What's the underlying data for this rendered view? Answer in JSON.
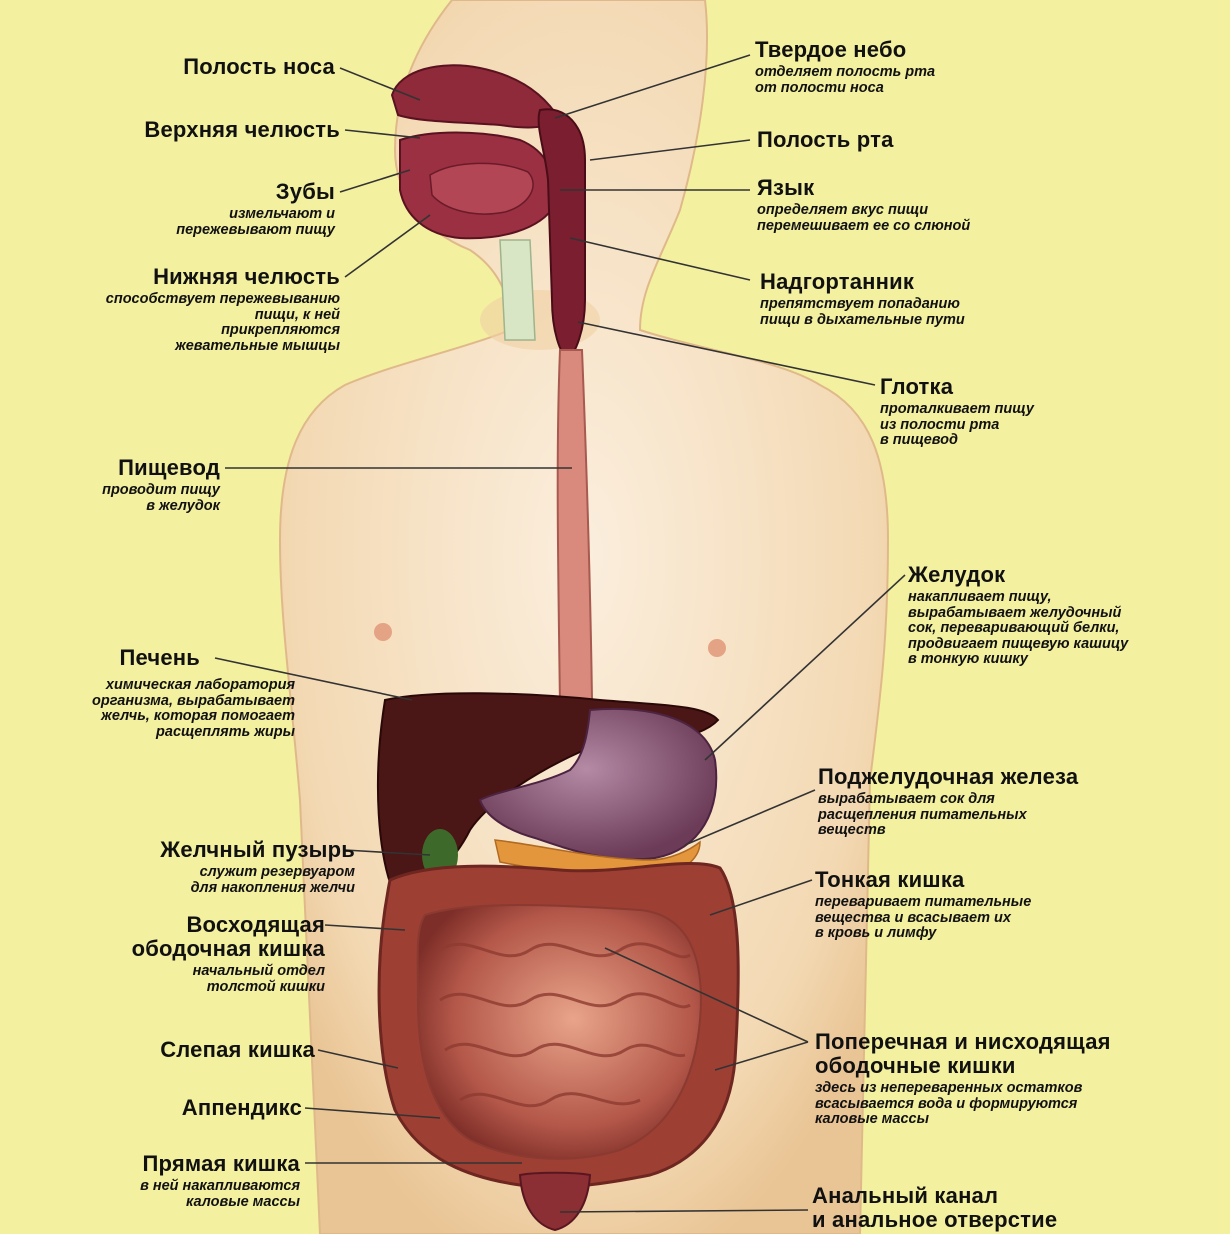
{
  "labels": [
    {
      "id": "nasal-cavity",
      "side": "left",
      "title": "Полость носа"
    },
    {
      "id": "upper-jaw",
      "side": "left",
      "title": "Верхняя челюсть"
    },
    {
      "id": "teeth",
      "side": "left",
      "title": "Зубы",
      "desc": [
        "измельчают и",
        "пережевывают пищу"
      ]
    },
    {
      "id": "lower-jaw",
      "side": "left",
      "title": "Нижняя челюсть",
      "desc": [
        "способствует пережевыванию",
        "пищи, к ней",
        "прикрепляются",
        "жевательные мышцы"
      ]
    },
    {
      "id": "esophagus",
      "side": "left",
      "title": "Пищевод",
      "desc": [
        "проводит пищу",
        "в желудок"
      ]
    },
    {
      "id": "liver",
      "side": "left",
      "title": "Печень",
      "desc": [
        "химическая лаборатория",
        "организма, вырабатывает",
        "желчь, которая помогает",
        "расщеплять жиры"
      ]
    },
    {
      "id": "gallbladder",
      "side": "left",
      "title": "Желчный пузырь",
      "desc": [
        "служит резервуаром",
        "для накопления желчи"
      ]
    },
    {
      "id": "ascending-colon",
      "side": "left",
      "title": "Восходящая",
      "title2": "ободочная кишка",
      "desc": [
        "начальный отдел",
        "толстой кишки"
      ]
    },
    {
      "id": "cecum",
      "side": "left",
      "title": "Слепая кишка"
    },
    {
      "id": "appendix",
      "side": "left",
      "title": "Аппендикс"
    },
    {
      "id": "rectum",
      "side": "left",
      "title": "Прямая кишка",
      "desc": [
        "в ней накапливаются",
        "каловые массы"
      ]
    },
    {
      "id": "hard-palate",
      "side": "right",
      "title": "Твердое небо",
      "desc": [
        "отделяет полость рта",
        "от полости носа"
      ]
    },
    {
      "id": "oral-cavity",
      "side": "right",
      "title": "Полость рта"
    },
    {
      "id": "tongue",
      "side": "right",
      "title": "Язык",
      "desc": [
        "определяет вкус пищи",
        "перемешивает ее со слюной"
      ]
    },
    {
      "id": "epiglottis",
      "side": "right",
      "title": "Надгортанник",
      "desc": [
        "препятствует попаданию",
        "пищи в дыхательные пути"
      ]
    },
    {
      "id": "pharynx",
      "side": "right",
      "title": "Глотка",
      "desc": [
        "проталкивает пищу",
        "из полости рта",
        "в пищевод"
      ]
    },
    {
      "id": "stomach",
      "side": "right",
      "title": "Желудок",
      "desc": [
        "накапливает пищу,",
        "вырабатывает желудочный",
        "сок, переваривающий белки,",
        "продвигает пищевую кашицу",
        "в тонкую кишку"
      ]
    },
    {
      "id": "pancreas",
      "side": "right",
      "title": "Поджелудочная железа",
      "desc": [
        "вырабатывает сок для",
        "расщепления питательных",
        "веществ"
      ]
    },
    {
      "id": "small-intestine",
      "side": "right",
      "title": "Тонкая кишка",
      "desc": [
        "переваривает питательные",
        "вещества и всасывает их",
        "в кровь и лимфу"
      ]
    },
    {
      "id": "colon",
      "side": "right",
      "title": "Поперечная и нисходящая",
      "title2": "ободочные кишки",
      "desc": [
        "здесь из непереваренных остатков",
        "всасывается вода и формируются",
        "каловые массы"
      ]
    },
    {
      "id": "anal-canal",
      "side": "right",
      "title": "Анальный канал",
      "title2": "и анальное отверстие"
    }
  ],
  "colors": {
    "background": "#f3f0a0",
    "body": "#f6e2c0",
    "organ": "#8a2a35",
    "intestine": "#b55c4a",
    "liver": "#4a1616",
    "leader": "#333333"
  }
}
